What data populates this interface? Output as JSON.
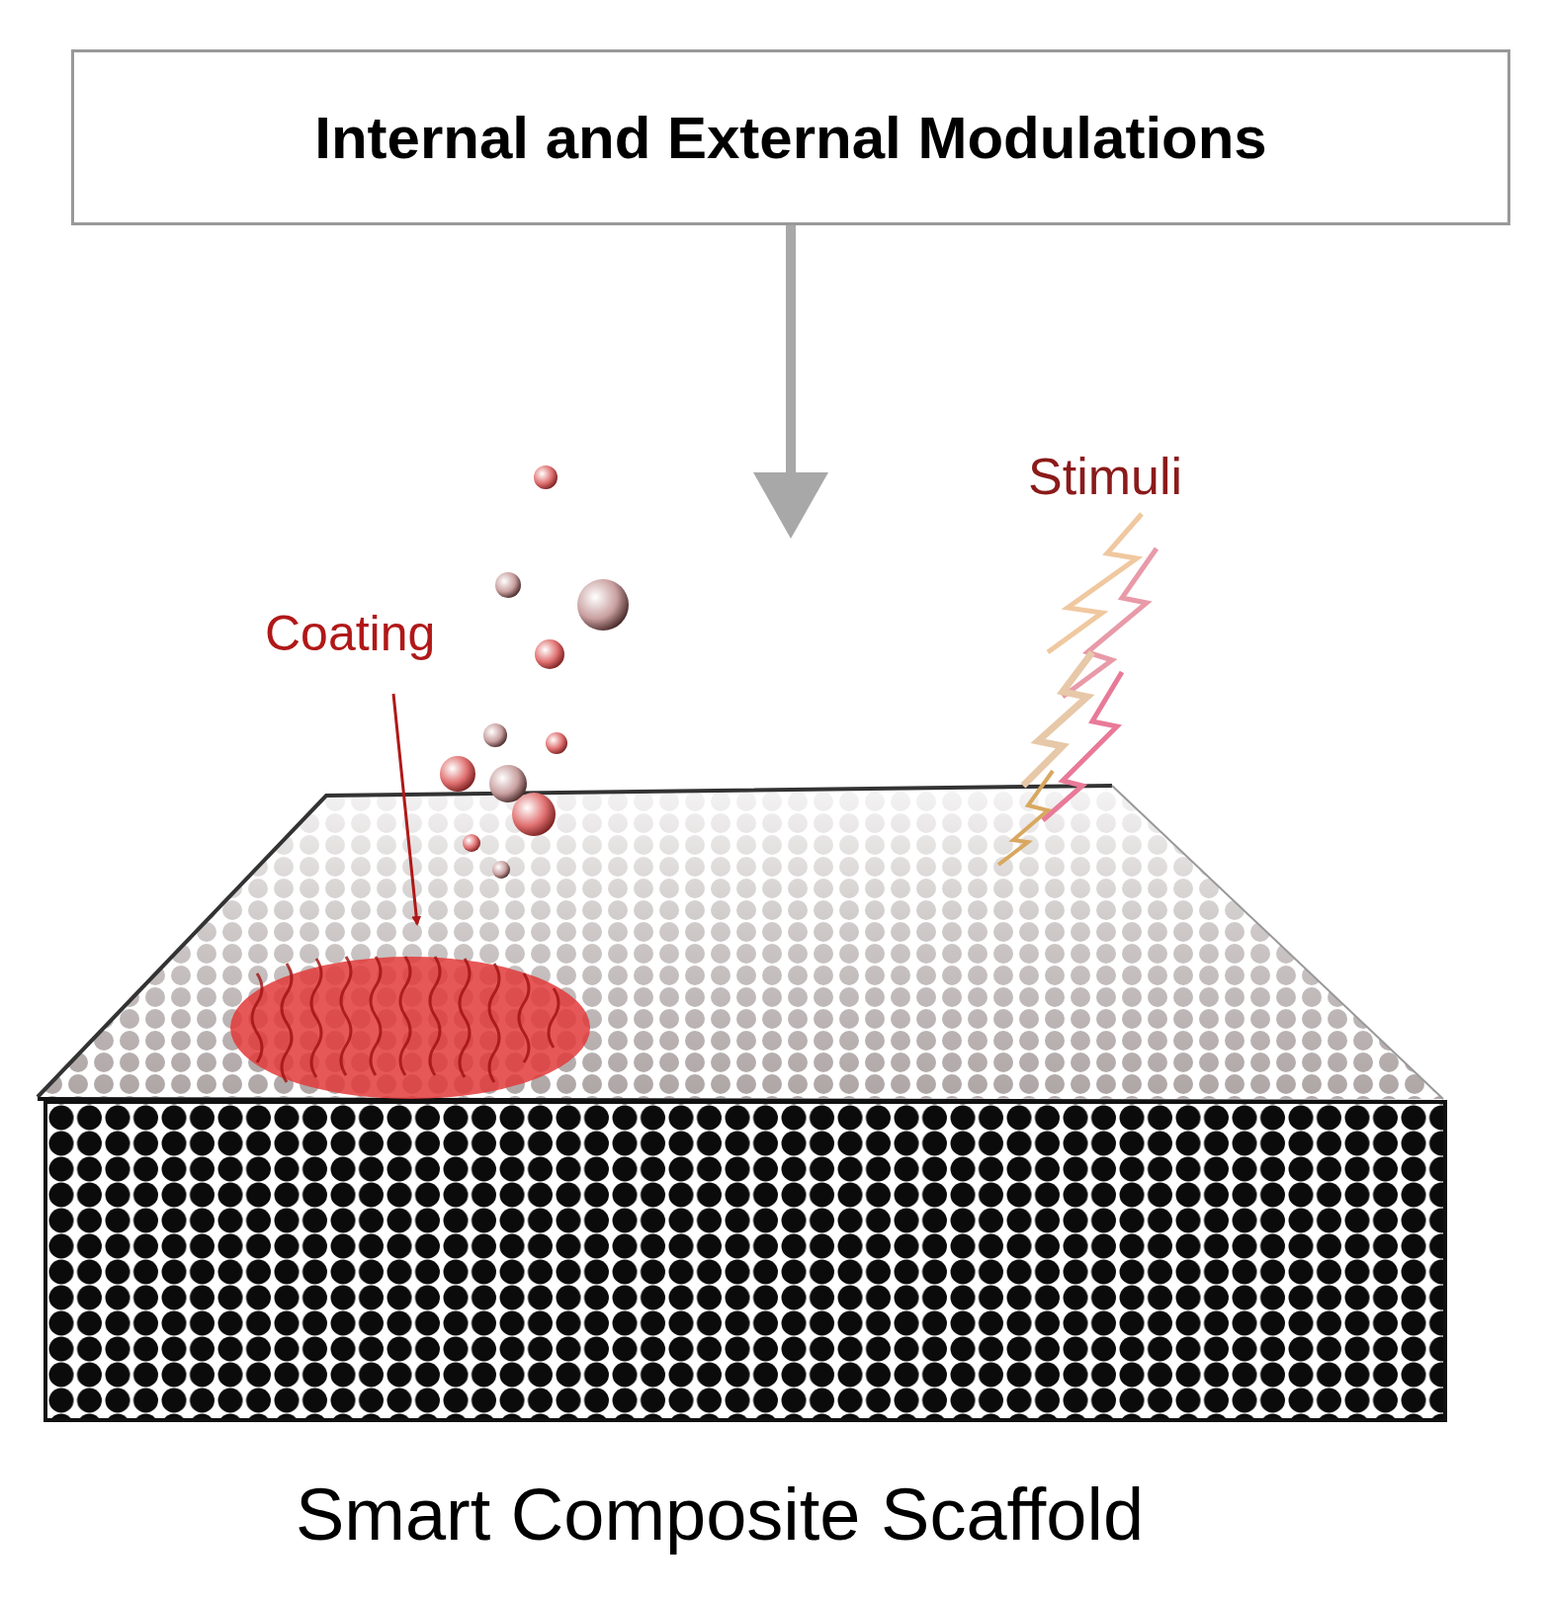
{
  "diagram": {
    "caption": "Smart Composite Scaffold",
    "nodes": [
      {
        "text": [
          "Internal and External Modulations"
        ]
      }
    ],
    "labels": [
      "Coating",
      "Stimuli"
    ]
  }
}
